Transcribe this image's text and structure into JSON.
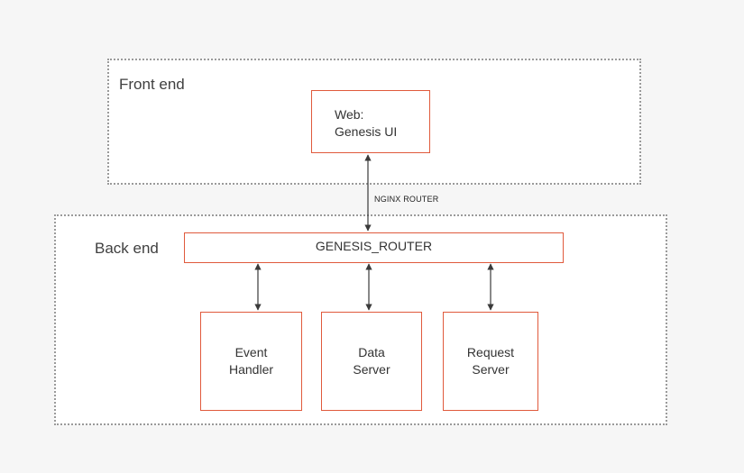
{
  "frontend": {
    "title": "Front end",
    "web_node": {
      "line1": "Web:",
      "line2": "Genesis UI"
    }
  },
  "connector": {
    "label": "NGINX ROUTER"
  },
  "backend": {
    "title": "Back end",
    "router": {
      "label": "GENESIS_ROUTER"
    },
    "services": [
      {
        "line1": "Event",
        "line2": "Handler"
      },
      {
        "line1": "Data",
        "line2": "Server"
      },
      {
        "line1": "Request",
        "line2": "Server"
      }
    ]
  },
  "colors": {
    "node_border": "#e05a3c",
    "group_border": "#9a9a9a",
    "arrow": "#3a3a3a"
  }
}
